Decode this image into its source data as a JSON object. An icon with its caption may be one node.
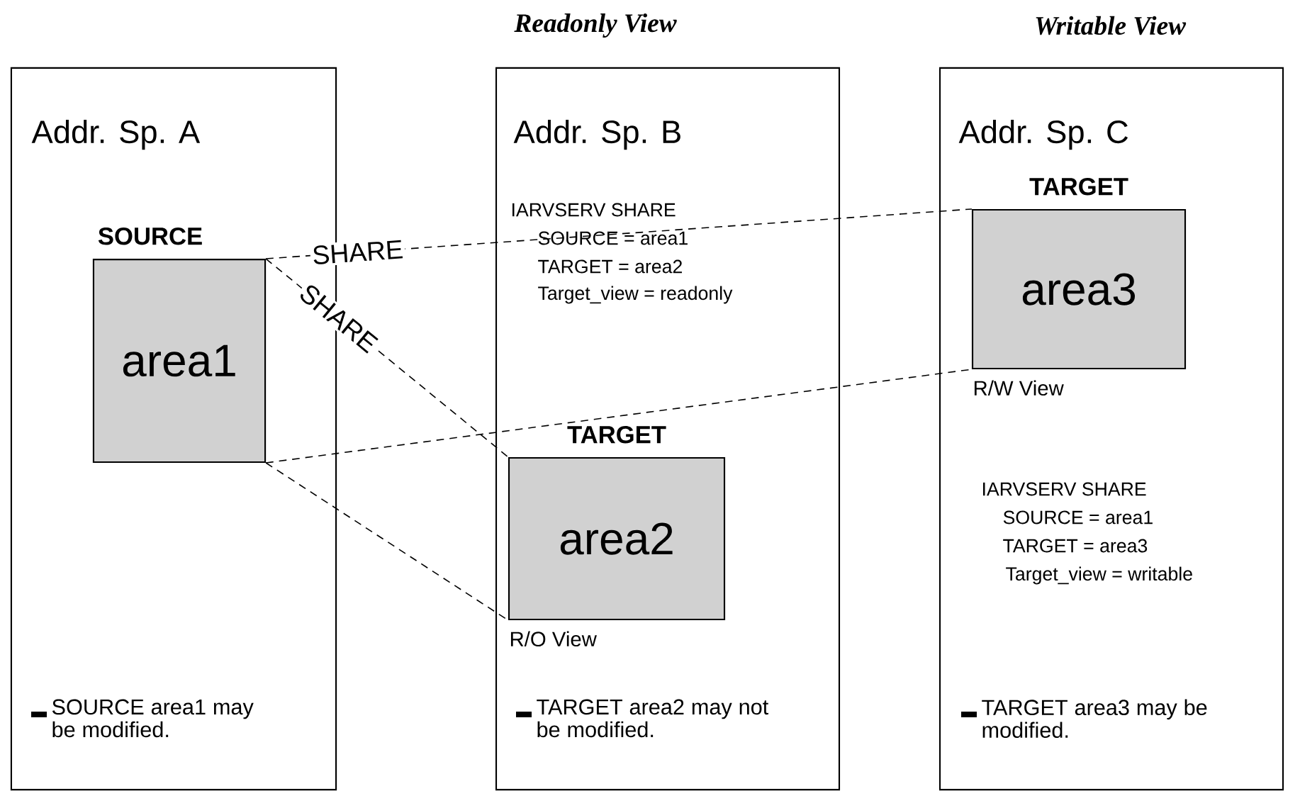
{
  "diagram": {
    "nodes": [
      {
        "text": [
          "Addr. Sp. A",
          "SOURCE area1 may be modified."
        ]
      },
      {
        "text": [
          "SOURCE",
          "area1"
        ],
        "in": 0
      },
      {
        "text": [
          "Readonly View",
          "Addr. Sp. B",
          "IARVSERV SHARE",
          "SOURCE = area1",
          "TARGET = area2",
          "Target_view = readonly",
          "TARGET area2 may not be modified."
        ]
      },
      {
        "text": [
          "TARGET",
          "area2"
        ],
        "in": 2,
        "beside": [
          "R/O View"
        ]
      },
      {
        "text": [
          "Writable View",
          "Addr. Sp. C",
          "IARVSERV SHARE",
          "SOURCE = area1",
          "TARGET = area3",
          "Target_view = writable",
          "TARGET area3 may be modified."
        ]
      },
      {
        "text": [
          "TARGET",
          "area3"
        ],
        "in": 4,
        "beside": [
          "R/W View"
        ]
      }
    ],
    "edges": [
      {
        "from": 1,
        "to": 5,
        "arrow": "none",
        "style": "dashed",
        "label": "SHARE"
      },
      {
        "from": 1,
        "to": 5,
        "arrow": "none",
        "style": "dashed"
      },
      {
        "from": 1,
        "to": 3,
        "arrow": "none",
        "style": "dashed",
        "label": "SHARE"
      },
      {
        "from": 1,
        "to": 3,
        "arrow": "none",
        "style": "dashed"
      }
    ]
  }
}
